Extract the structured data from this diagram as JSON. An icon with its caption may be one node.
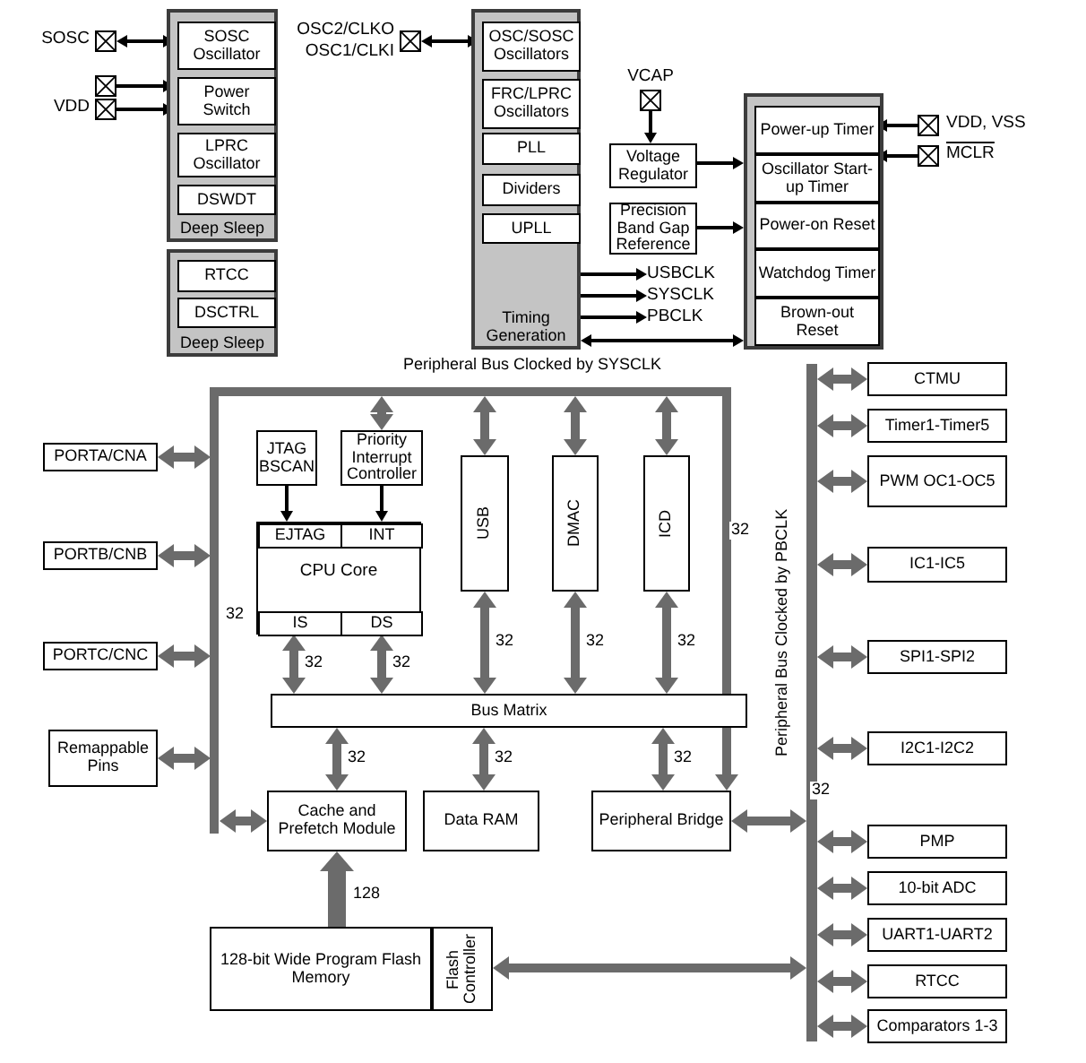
{
  "diagram": {
    "nodes": [
      {
        "text": [
          "Deep Sleep"
        ]
      },
      {
        "text": [
          "SOSC Oscillator"
        ],
        "in": 0
      },
      {
        "text": [
          "Power Switch"
        ],
        "in": 0
      },
      {
        "text": [
          "LPRC Oscillator"
        ],
        "in": 0
      },
      {
        "text": [
          "DSWDT"
        ],
        "in": 0
      },
      {
        "text": [
          "Deep Sleep"
        ]
      },
      {
        "text": [
          "RTCC"
        ],
        "in": 5
      },
      {
        "text": [
          "DSCTRL"
        ],
        "in": 5
      },
      {
        "text": [],
        "shape": "box",
        "beside": [
          "SOSC"
        ]
      },
      {
        "text": [],
        "shape": "box"
      },
      {
        "text": [],
        "shape": "box",
        "beside": [
          "VDD"
        ]
      },
      {
        "text": [],
        "shape": "box",
        "beside": [
          "OSC2/CLKO",
          "OSC1/CLKI"
        ]
      },
      {
        "text": [
          "Timing Generation"
        ]
      },
      {
        "text": [
          "OSC/SOSC Oscillators"
        ],
        "in": 12
      },
      {
        "text": [
          "FRC/LPRC Oscillators"
        ],
        "in": 12
      },
      {
        "text": [
          "PLL"
        ],
        "in": 12
      },
      {
        "text": [
          "Dividers"
        ],
        "in": 12
      },
      {
        "text": [
          "UPLL"
        ],
        "in": 12
      },
      {
        "text": [],
        "shape": "box",
        "beside": [
          "VCAP"
        ]
      },
      {
        "text": [
          "Voltage Regulator"
        ]
      },
      {
        "text": [
          "Precision Band Gap Reference"
        ]
      },
      {
        "text": [],
        "shape": "box"
      },
      {
        "text": [
          "Power-up Timer"
        ],
        "in": 21
      },
      {
        "text": [
          "Oscillator Start-up Timer"
        ],
        "in": 21
      },
      {
        "text": [
          "Power-on Reset"
        ],
        "in": 21
      },
      {
        "text": [
          "Watchdog Timer"
        ],
        "in": 21
      },
      {
        "text": [
          "Brown-out Reset"
        ],
        "in": 21
      },
      {
        "text": [],
        "shape": "box",
        "beside": [
          "VDD, VSS"
        ]
      },
      {
        "text": [],
        "shape": "box",
        "beside": [
          "MCLR"
        ]
      },
      {
        "text": [
          "USBCLK"
        ]
      },
      {
        "text": [
          "SYSCLK"
        ]
      },
      {
        "text": [
          "PBCLK"
        ]
      },
      {
        "text": [
          "Peripheral Bus Clocked by SYSCLK"
        ]
      },
      {
        "text": [
          "Peripheral Bus Clocked by PBCLK"
        ]
      },
      {
        "text": [
          "PORTA/CNA"
        ]
      },
      {
        "text": [
          "PORTB/CNB"
        ]
      },
      {
        "text": [
          "PORTC/CNC"
        ]
      },
      {
        "text": [
          "Remappable Pins"
        ]
      },
      {
        "text": [
          "JTAG BSCAN"
        ],
        "in": 32
      },
      {
        "text": [
          "Priority Interrupt Controller"
        ],
        "in": 32
      },
      {
        "text": [
          "CPU Core"
        ],
        "in": 32
      },
      {
        "text": [
          "EJTAG"
        ],
        "in": 40
      },
      {
        "text": [
          "INT"
        ],
        "in": 40
      },
      {
        "text": [
          "IS"
        ],
        "in": 40
      },
      {
        "text": [
          "DS"
        ],
        "in": 40
      },
      {
        "text": [
          "USB"
        ],
        "in": 32
      },
      {
        "text": [
          "DMAC"
        ],
        "in": 32
      },
      {
        "text": [
          "ICD"
        ],
        "in": 32
      },
      {
        "text": [
          "Bus Matrix"
        ],
        "in": 32
      },
      {
        "text": [
          "Cache and Prefetch Module"
        ],
        "in": 32
      },
      {
        "text": [
          "Data RAM"
        ],
        "in": 32
      },
      {
        "text": [
          "Peripheral Bridge"
        ],
        "in": 32
      },
      {
        "text": [
          "128-bit Wide Program Flash Memory"
        ]
      },
      {
        "text": [
          "Flash Controller"
        ]
      },
      {
        "text": [
          "CTMU"
        ]
      },
      {
        "text": [
          "Timer1-Timer5"
        ]
      },
      {
        "text": [
          "PWM OC1-OC5"
        ]
      },
      {
        "text": [
          "IC1-IC5"
        ]
      },
      {
        "text": [
          "SPI1-SPI2"
        ]
      },
      {
        "text": [
          "I2C1-I2C2"
        ]
      },
      {
        "text": [
          "PMP"
        ]
      },
      {
        "text": [
          "10-bit ADC"
        ]
      },
      {
        "text": [
          "UART1-UART2"
        ]
      },
      {
        "text": [
          "RTCC"
        ]
      },
      {
        "text": [
          "Comparators 1-3"
        ]
      }
    ],
    "edges": [
      {
        "from": 8,
        "to": 1,
        "arrow": "both",
        "color": "#000000"
      },
      {
        "from": 9,
        "to": 2,
        "arrow": "to",
        "color": "#000000"
      },
      {
        "from": 10,
        "to": 2,
        "arrow": "to",
        "color": "#000000"
      },
      {
        "from": 11,
        "to": 13,
        "arrow": "both",
        "color": "#000000"
      },
      {
        "from": 18,
        "to": 19,
        "arrow": "to",
        "color": "#000000"
      },
      {
        "from": 19,
        "to": 21,
        "arrow": "to",
        "color": "#000000"
      },
      {
        "from": 20,
        "to": 21,
        "arrow": "to",
        "color": "#000000"
      },
      {
        "from": 27,
        "to": 22,
        "arrow": "to",
        "color": "#000000"
      },
      {
        "from": 28,
        "to": 23,
        "arrow": "to",
        "color": "#000000"
      },
      {
        "from": 12,
        "to": 29,
        "arrow": "to",
        "color": "#000000"
      },
      {
        "from": 12,
        "to": 30,
        "arrow": "to",
        "color": "#000000"
      },
      {
        "from": 12,
        "to": 31,
        "arrow": "to",
        "color": "#000000"
      },
      {
        "from": 12,
        "to": 21,
        "arrow": "both",
        "color": "#000000"
      },
      {
        "from": 34,
        "to": 32,
        "arrow": "both"
      },
      {
        "from": 35,
        "to": 32,
        "arrow": "both"
      },
      {
        "from": 36,
        "to": 32,
        "arrow": "both"
      },
      {
        "from": 37,
        "to": 32,
        "arrow": "both"
      },
      {
        "from": 38,
        "to": 41,
        "arrow": "to",
        "color": "#000000"
      },
      {
        "from": 39,
        "to": 42,
        "arrow": "to",
        "color": "#000000"
      },
      {
        "from": 32,
        "to": 39,
        "arrow": "both"
      },
      {
        "from": 32,
        "to": 45,
        "arrow": "both"
      },
      {
        "from": 32,
        "to": 46,
        "arrow": "both"
      },
      {
        "from": 32,
        "to": 47,
        "arrow": "both"
      },
      {
        "from": 43,
        "to": 48,
        "arrow": "both",
        "label": "32"
      },
      {
        "from": 44,
        "to": 48,
        "arrow": "both",
        "label": "32"
      },
      {
        "from": 45,
        "to": 48,
        "arrow": "both",
        "label": "32"
      },
      {
        "from": 46,
        "to": 48,
        "arrow": "both",
        "label": "32"
      },
      {
        "from": 47,
        "to": 48,
        "arrow": "both",
        "label": "32"
      },
      {
        "from": 48,
        "to": 49,
        "arrow": "both",
        "label": "32"
      },
      {
        "from": 48,
        "to": 50,
        "arrow": "both",
        "label": "32"
      },
      {
        "from": 48,
        "to": 51,
        "arrow": "both",
        "label": "32"
      },
      {
        "from": 32,
        "to": 51,
        "arrow": "to"
      },
      {
        "from": 32,
        "to": 49,
        "arrow": "both"
      },
      {
        "from": 51,
        "to": 33,
        "arrow": "both",
        "label": "32"
      },
      {
        "from": 52,
        "to": 49,
        "arrow": "to",
        "label": "128",
        "style": "thick"
      },
      {
        "from": 33,
        "to": 53,
        "arrow": "both"
      },
      {
        "from": 33,
        "to": 54,
        "arrow": "both"
      },
      {
        "from": 33,
        "to": 55,
        "arrow": "both"
      },
      {
        "from": 33,
        "to": 56,
        "arrow": "both"
      },
      {
        "from": 33,
        "to": 57,
        "arrow": "both"
      },
      {
        "from": 33,
        "to": 58,
        "arrow": "both"
      },
      {
        "from": 33,
        "to": 59,
        "arrow": "both"
      },
      {
        "from": 33,
        "to": 60,
        "arrow": "both"
      },
      {
        "from": 33,
        "to": 61,
        "arrow": "both"
      },
      {
        "from": 33,
        "to": 62,
        "arrow": "both"
      },
      {
        "from": 33,
        "to": 63,
        "arrow": "both"
      },
      {
        "from": 33,
        "to": 64,
        "arrow": "both"
      }
    ],
    "labels": [
      "32",
      "32"
    ]
  }
}
